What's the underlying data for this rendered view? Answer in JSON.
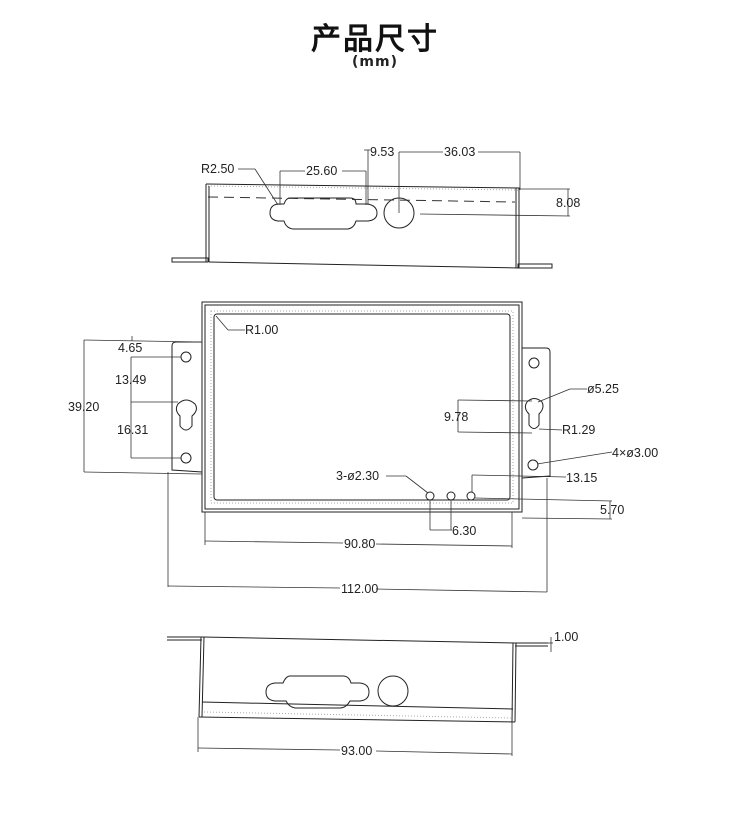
{
  "header": {
    "title": "产品尺寸",
    "unit": "(mm)"
  },
  "top_view": {
    "dimensions": {
      "r250": "R2.50",
      "d2560": "25.60",
      "d953": "9.53",
      "d3603": "36.03",
      "d808": "8.08"
    }
  },
  "front_view": {
    "dimensions": {
      "r100": "R1.00",
      "d465": "4.65",
      "d1349": "13.49",
      "d3920": "39.20",
      "d1631": "16.31",
      "phi525": "ø5.25",
      "d978": "9.78",
      "r129": "R1.29",
      "holes4": "4×ø3.00",
      "holes3": "3-ø2.30",
      "d1315": "13.15",
      "d570": "5.70",
      "d630": "6.30",
      "d9080": "90.80",
      "d11200": "112.00"
    }
  },
  "bottom_view": {
    "dimensions": {
      "d100": "1.00",
      "d9300": "93.00"
    }
  }
}
